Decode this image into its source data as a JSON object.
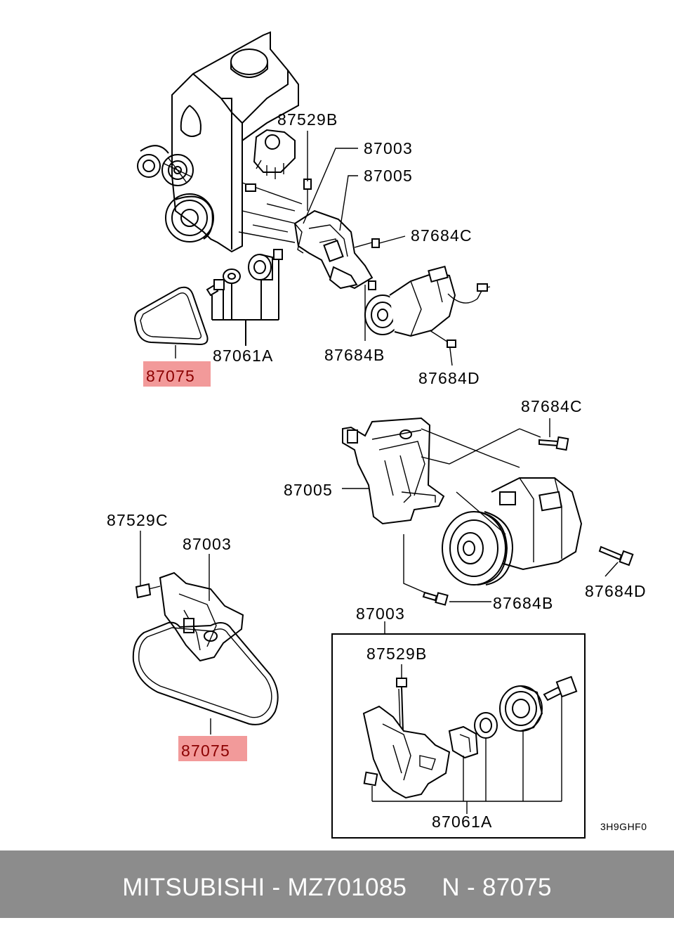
{
  "colors": {
    "highlight_fill": "#f29a9a",
    "highlight_text": "#8b0000",
    "footer_bg": "#8c8c8c",
    "footer_text": "#ffffff"
  },
  "labels": {
    "top_87529b": "87529B",
    "top_87003": "87003",
    "top_87005": "87005",
    "top_87684c": "87684C",
    "top_87061a": "87061A",
    "top_87684b": "87684B",
    "top_87684d": "87684D",
    "top_87075": "87075",
    "mid_87684c": "87684C",
    "mid_87005": "87005",
    "mid_87684d": "87684D",
    "mid_87684b": "87684B",
    "left_87529c": "87529C",
    "left_87003": "87003",
    "left_87075": "87075",
    "box_87003": "87003",
    "box_87529b": "87529B",
    "box_87061a": "87061A",
    "diagram_code": "3H9GHF0"
  },
  "footer": {
    "text": "MITSUBISHI - MZ701085     N - 87075"
  }
}
